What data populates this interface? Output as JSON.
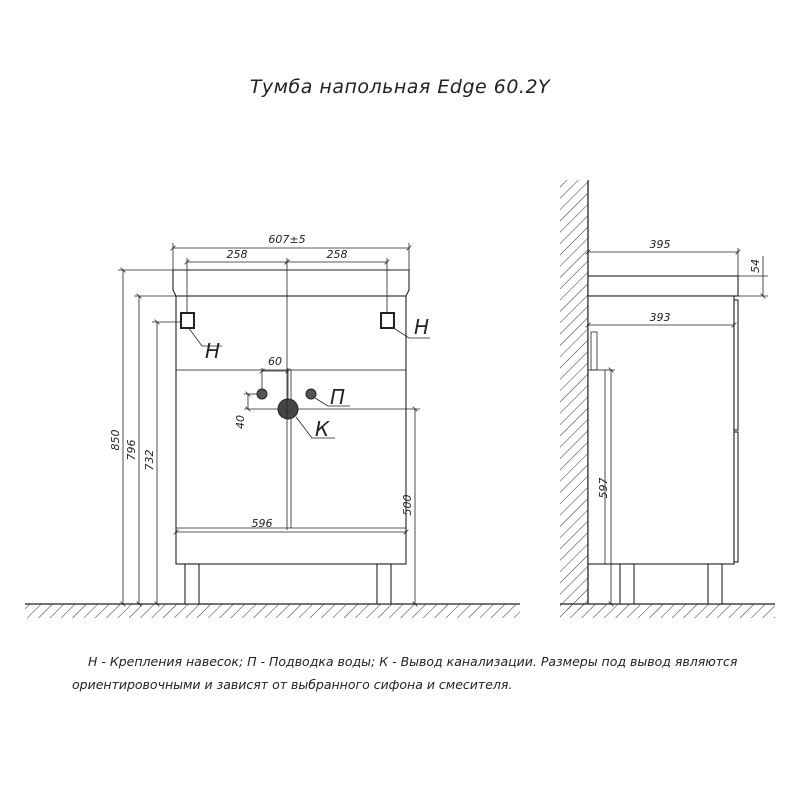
{
  "title": "Тумба напольная Edge 60.2Y",
  "legend": {
    "line1": "Н - Крепления навесок; П - Подводка воды; К - Вывод канализации. Размеры под вывод являются",
    "line2": "ориентировочными и зависят от выбранного сифона и смесителя."
  },
  "front_view": {
    "dimensions": {
      "total_width": "607±5",
      "left_mount_offset": "258",
      "right_mount_offset": "258",
      "inner_width": "596",
      "total_height": "850",
      "body_height": "796",
      "cabinet_height": "732",
      "drain_height": "500",
      "pipe_spacing": "60",
      "pipe_vertical": "40"
    },
    "labels": {
      "mount_left": "Н",
      "mount_right": "Н",
      "water_supply": "П",
      "drain": "К"
    }
  },
  "side_view": {
    "dimensions": {
      "top_depth": "395",
      "top_thickness": "54",
      "body_depth": "393",
      "body_height": "597"
    }
  },
  "colors": {
    "line": "#222222",
    "background": "#ffffff"
  }
}
